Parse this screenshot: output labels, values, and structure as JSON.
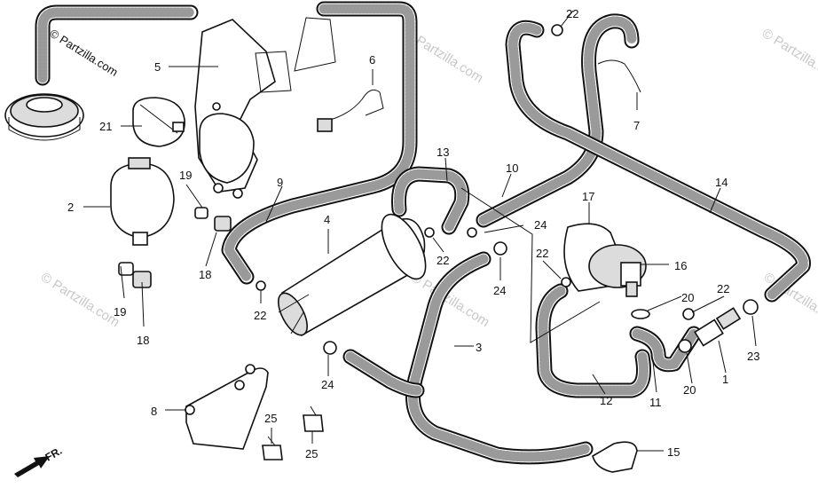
{
  "watermarks": {
    "brand": "© Partzilla.com"
  },
  "callouts": [
    {
      "id": "c1",
      "label": "1"
    },
    {
      "id": "c2",
      "label": "2"
    },
    {
      "id": "c3",
      "label": "3"
    },
    {
      "id": "c4",
      "label": "4"
    },
    {
      "id": "c5",
      "label": "5"
    },
    {
      "id": "c6",
      "label": "6"
    },
    {
      "id": "c7",
      "label": "7"
    },
    {
      "id": "c8",
      "label": "8"
    },
    {
      "id": "c9",
      "label": "9"
    },
    {
      "id": "c10",
      "label": "10"
    },
    {
      "id": "c11",
      "label": "11"
    },
    {
      "id": "c12",
      "label": "12"
    },
    {
      "id": "c13",
      "label": "13"
    },
    {
      "id": "c14",
      "label": "14"
    },
    {
      "id": "c15",
      "label": "15"
    },
    {
      "id": "c16",
      "label": "16"
    },
    {
      "id": "c17",
      "label": "17"
    },
    {
      "id": "c18a",
      "label": "18"
    },
    {
      "id": "c18b",
      "label": "18"
    },
    {
      "id": "c19a",
      "label": "19"
    },
    {
      "id": "c19b",
      "label": "19"
    },
    {
      "id": "c20a",
      "label": "20"
    },
    {
      "id": "c20b",
      "label": "20"
    },
    {
      "id": "c21",
      "label": "21"
    },
    {
      "id": "c22a",
      "label": "22"
    },
    {
      "id": "c22b",
      "label": "22"
    },
    {
      "id": "c22c",
      "label": "22"
    },
    {
      "id": "c22d",
      "label": "22"
    },
    {
      "id": "c22e",
      "label": "22"
    },
    {
      "id": "c23",
      "label": "23"
    },
    {
      "id": "c24a",
      "label": "24"
    },
    {
      "id": "c24b",
      "label": "24"
    },
    {
      "id": "c24c",
      "label": "24"
    },
    {
      "id": "c25a",
      "label": "25"
    },
    {
      "id": "c25b",
      "label": "25"
    }
  ],
  "direction_marker": {
    "label": "FR."
  }
}
